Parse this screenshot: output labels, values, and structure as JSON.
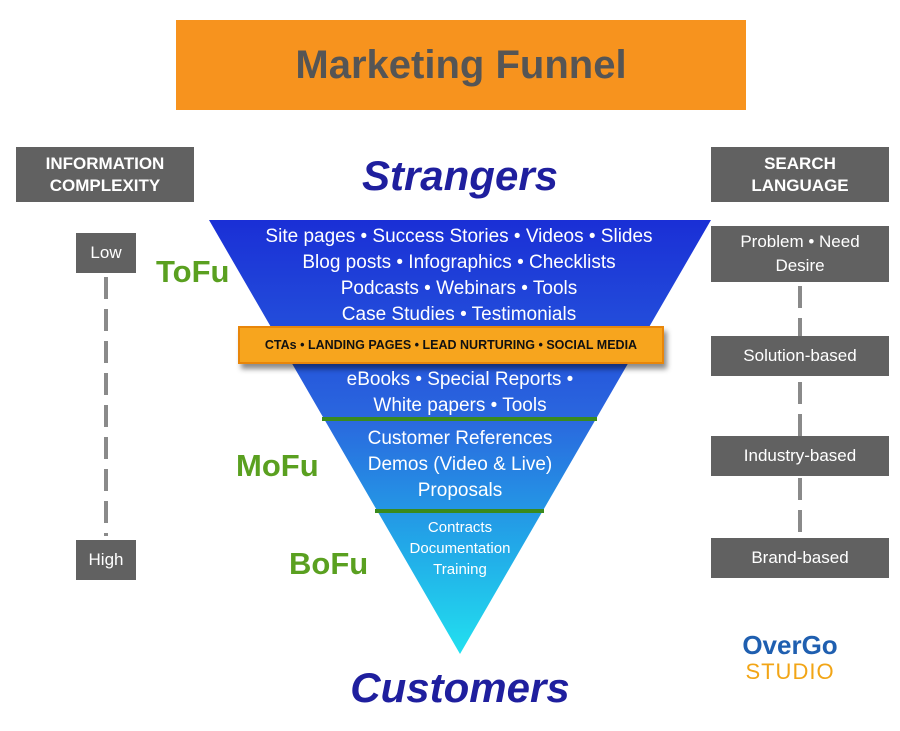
{
  "title": "Marketing Funnel",
  "left_column": {
    "header": [
      "INFORMATION",
      "COMPLEXITY"
    ],
    "low": "Low",
    "high": "High"
  },
  "right_column": {
    "header": [
      "SEARCH",
      "LANGUAGE"
    ],
    "items": [
      "Problem • Need",
      "Desire",
      "Solution-based",
      "Industry-based",
      "Brand-based"
    ]
  },
  "top_label": "Strangers",
  "bottom_label": "Customers",
  "stages": {
    "tofu": "ToFu",
    "mofu": "MoFu",
    "bofu": "BoFu"
  },
  "funnel": {
    "tofu_lines": [
      "Site pages • Success Stories • Videos • Slides",
      "Blog posts • Infographics • Checklists",
      "Podcasts • Webinars • Tools",
      "Case Studies • Testimonials"
    ],
    "cta": "CTAs •  LANDING PAGES • LEAD NURTURING • SOCIAL MEDIA",
    "mofu_top_lines": [
      "eBooks • Special Reports •",
      "White papers • Tools"
    ],
    "mofu_lines": [
      "Customer References",
      "Demos (Video & Live)",
      "Proposals"
    ],
    "bofu_lines": [
      "Contracts",
      "Documentation",
      "Training"
    ]
  },
  "logo": {
    "line1": "OverGo",
    "line2": "STUDIO"
  },
  "colors": {
    "banner": "#f7931e",
    "header_gray": "#616161",
    "funnel_top": "#1a2fd6",
    "funnel_bottom": "#22e0ef",
    "stage_green": "#5aa020",
    "divider_green": "#3a8a1e",
    "label_blue": "#1f1f9e"
  }
}
